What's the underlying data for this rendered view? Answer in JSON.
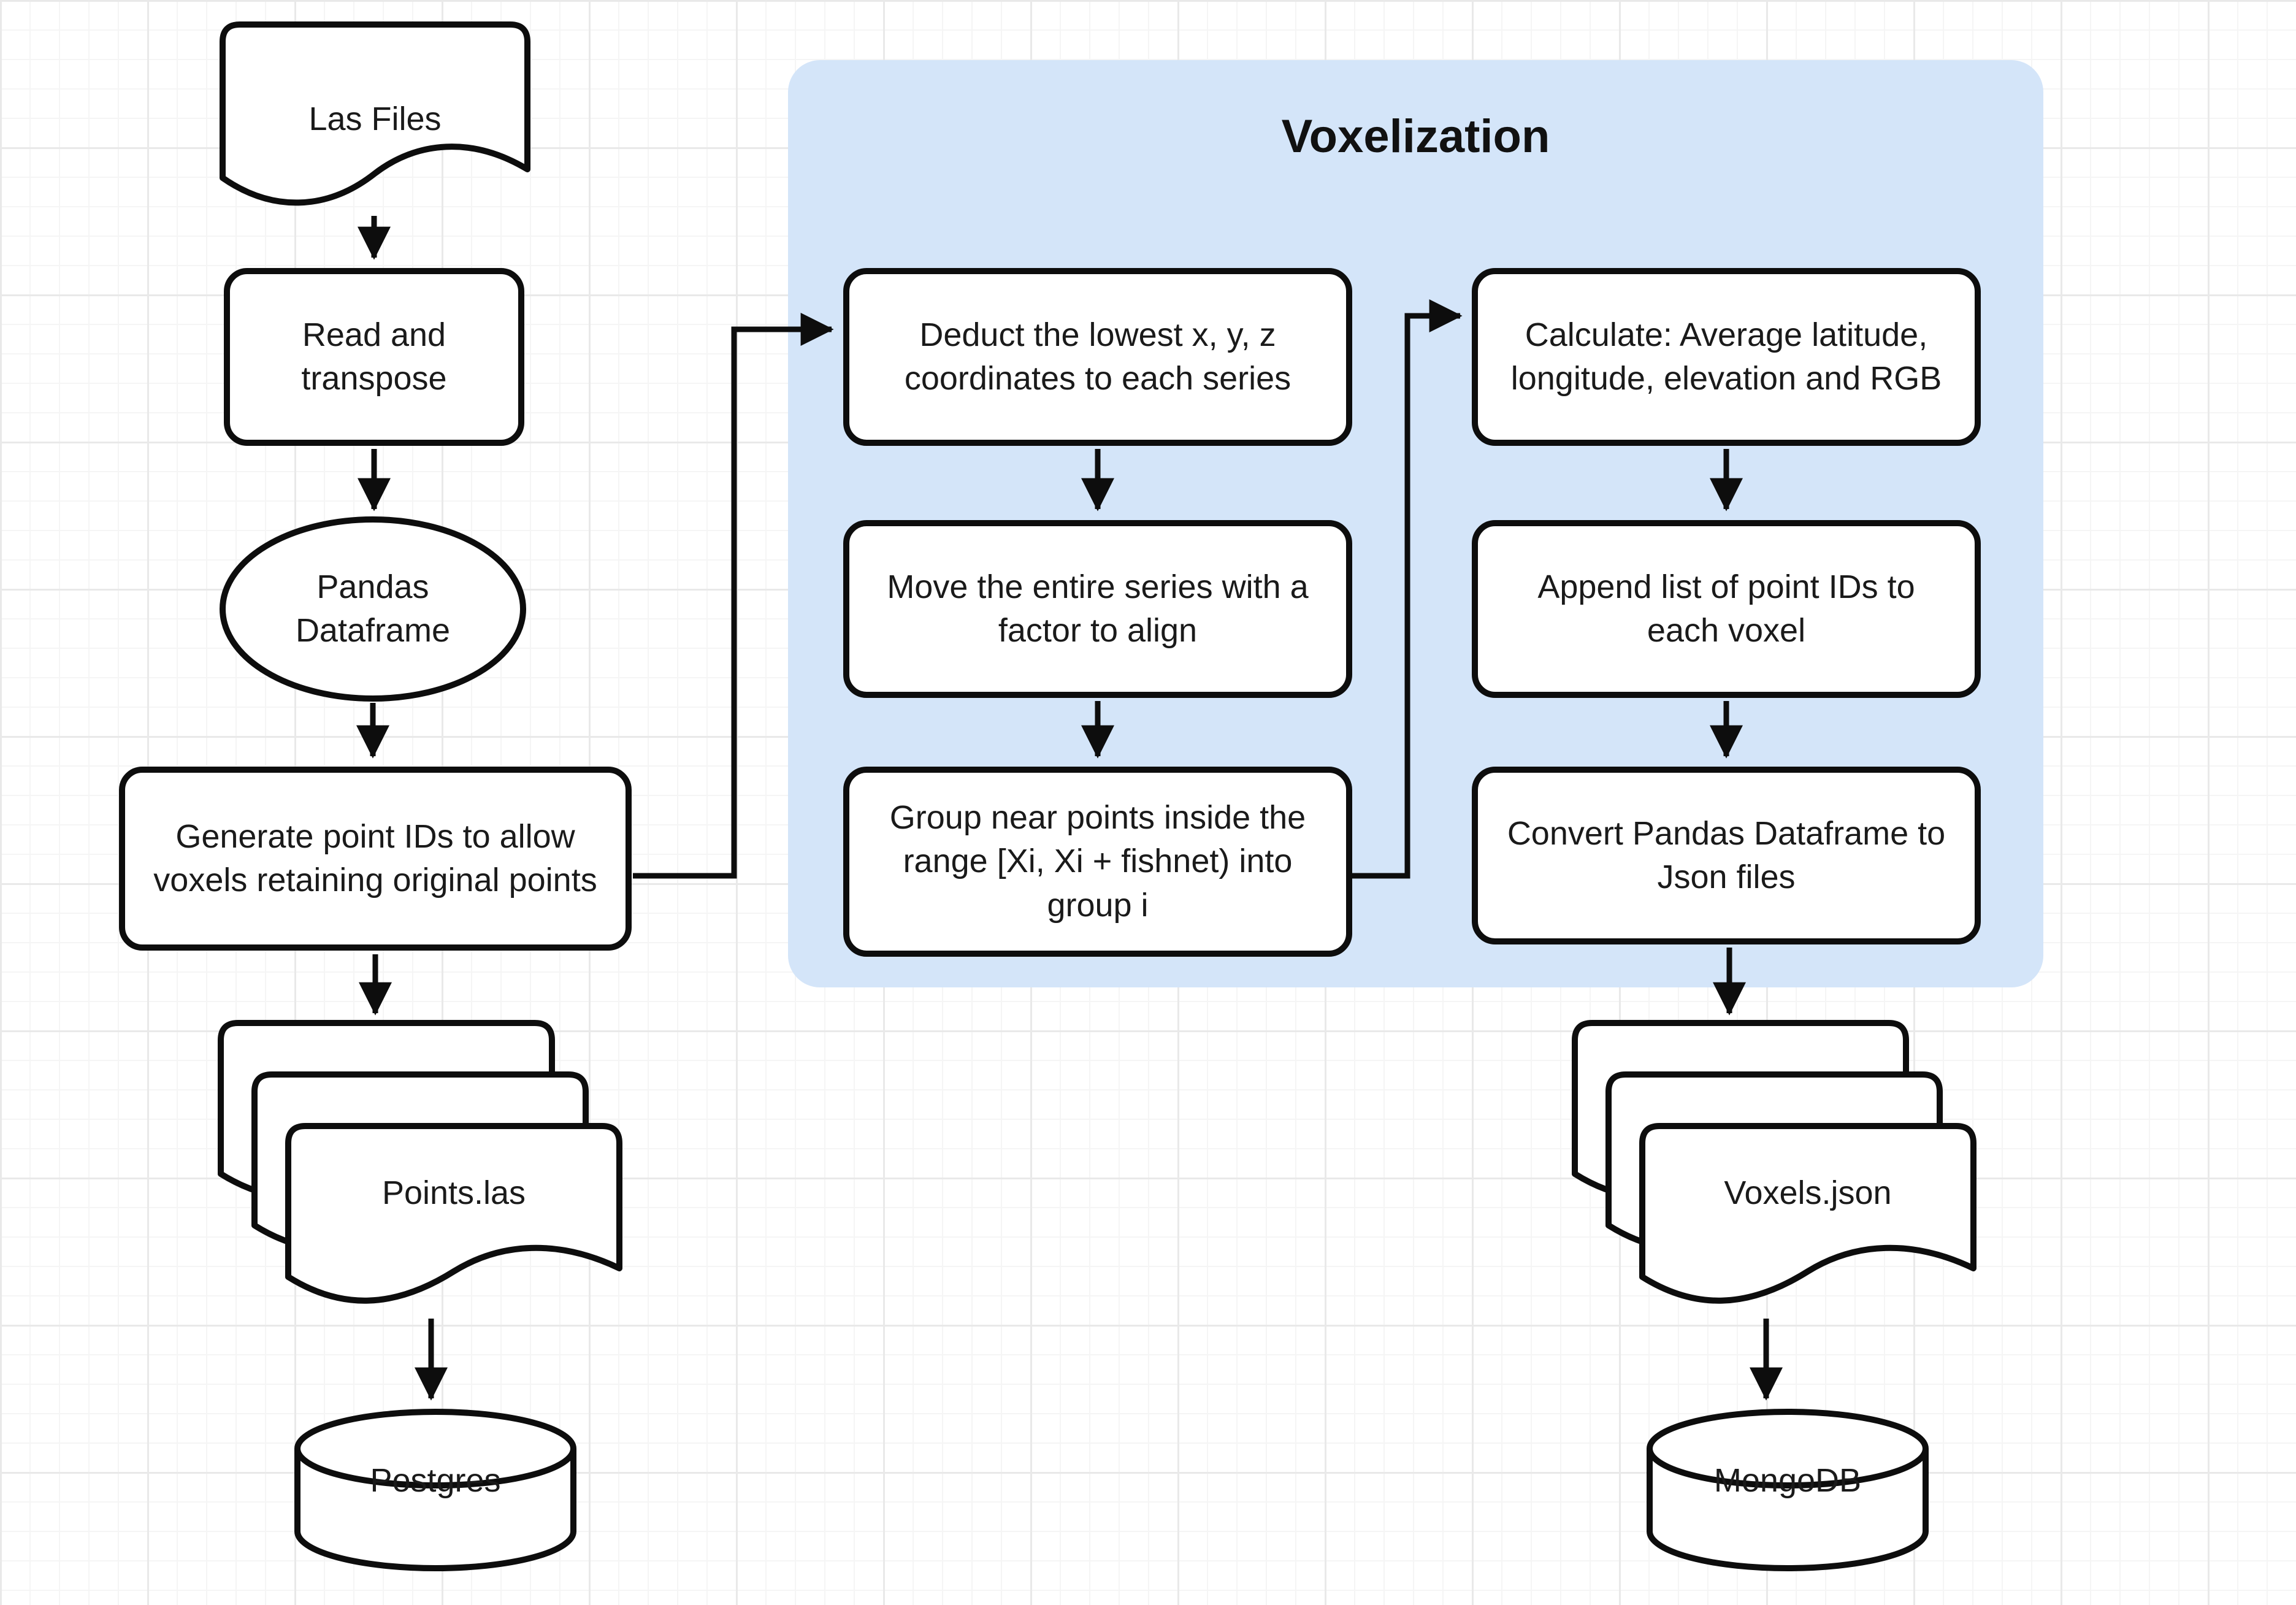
{
  "diagram": {
    "title": "Voxelization point-cloud processing flowchart",
    "colors": {
      "container_fill": "#d4e5f9",
      "shape_fill": "#ffffff",
      "stroke": "#000000",
      "text": "#1a1a1a",
      "grid_minor": "#f5f5f5",
      "grid_major": "#e9e9e9"
    },
    "container": {
      "title": "Voxelization"
    },
    "nodes": {
      "las_files": "Las Files",
      "read_transpose": "Read and\ntranspose",
      "pandas_dataframe": "Pandas\nDataframe",
      "generate_ids": "Generate point IDs to allow\nvoxels retaining original points",
      "points_las": "Points.las",
      "postgres": "Postgres",
      "deduct": "Deduct the lowest x, y, z\ncoordinates to each series",
      "move": "Move the entire series with a\nfactor to align",
      "group": "Group near points inside the\nrange [Xi, Xi + fishnet) into\ngroup i",
      "calculate": "Calculate: Average latitude,\nlongitude, elevation and RGB",
      "append": "Append list of point IDs to\neach voxel",
      "convert": "Convert Pandas Dataframe to\nJson files",
      "voxels_json": "Voxels.json",
      "mongodb": "MongoDB"
    }
  }
}
